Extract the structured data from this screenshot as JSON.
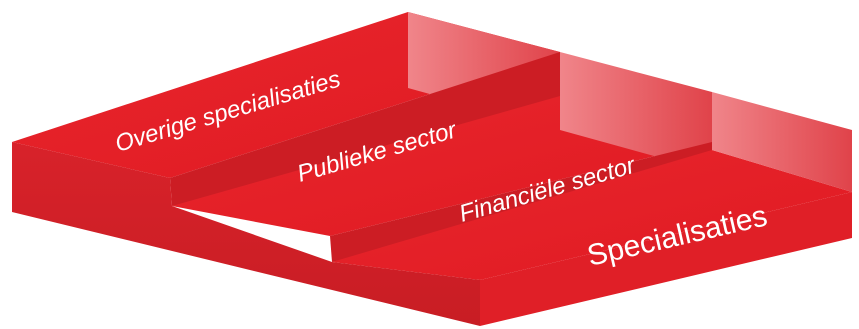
{
  "diagram": {
    "layers": [
      {
        "label": "Overige specialisaties"
      },
      {
        "label": "Publieke sector"
      },
      {
        "label": "Financiële sector"
      }
    ],
    "base_label": "Specialisaties"
  },
  "colors": {
    "top_face": "#e31b23",
    "top_face_light": "#ea2a30",
    "front_face": "#cf1f26",
    "side_face_light": "#f07a80",
    "side_face_mid": "#e85259",
    "step_shadow": "#b81a20",
    "label_text": "#ffffff"
  }
}
